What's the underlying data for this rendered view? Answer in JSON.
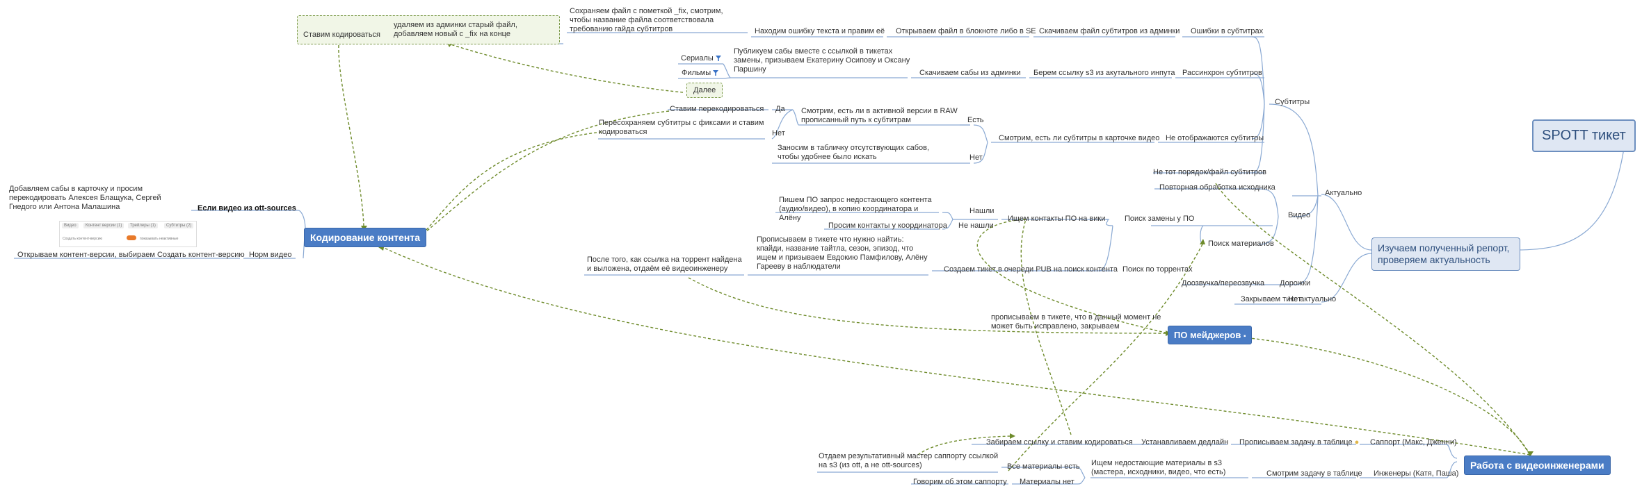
{
  "root": "SPOTT тикет",
  "main_step": "Изучаем полученный репорт, проверяем актуальность",
  "branches": {
    "actual": "Актуально",
    "not_actual": "Не актуально",
    "close_ticket": "Закрываем тикет",
    "subtitles": "Субтитры",
    "video": "Видео",
    "tracks": "Дорожки",
    "dubbing": "Доозвучка/переозвучка"
  },
  "subtitles": {
    "errors": "Ошибки в субтитрах",
    "download_admin": "Скачиваем файл субтитров из админки",
    "open_notepad": "Открываем файл в блокноте либо в SE",
    "find_error": "Находим ошибку текста и правим её",
    "save_fix": "Сохраняем файл с пометкой _fix, смотрим, чтобы название файла соответствовала требованию гайда субтитров",
    "replace_old": "удаляем из админки старый файл, добавляем новый с _fix на конце",
    "set_encoding": "Ставим кодироваться",
    "desync": "Рассинхрон субтитров",
    "take_s3": "Берем ссылку s3 из акутального инпута",
    "download_subs": "Скачиваем сабы из админки",
    "publish": "Публикуем сабы вместе с ссылкой в тикетах замены, призываем Екатерину Осипову и Оксану Паршину",
    "series": "Сериалы",
    "films": "Фильмы",
    "next": "Далее",
    "not_shown": "Не отображаются субтитры",
    "check_card": "Смотрим, есть ли субтитры в карточке видео",
    "exists": "Есть",
    "none": "Нет",
    "check_raw": "Смотрим, есть ли в активной версии в RAW прописанный путь к субтитрам",
    "yes": "Да",
    "no": "Нет",
    "set_reencode": "Ставим перекодироваться",
    "resave": "Пересохраняем субтитры с фиксами и ставим кодироваться",
    "enter_table": "Заносим в табличку отсутствующих сабов, чтобы удобнее было искать",
    "wrong_order": "Не тот порядок/файл субтитров"
  },
  "video": {
    "reprocess": "Повторная обработка исходника",
    "search": "Поиск материалов",
    "search_po": "Поиск замены у ПО",
    "find_contacts": "Ищем контакты ПО на вики",
    "found": "Нашли",
    "request_po": "Пишем ПО запрос недостающего контента (аудио/видео), в копию координатора и Алёну",
    "not_found": "Не нашли",
    "ask_coord": "Просим контакты у координатора",
    "search_torrent": "Поиск по торрентах",
    "create_pub": "Создаем тикет в очереди PUB на поиск контента",
    "write_pub": "Прописываем в тикете что нужно найтиь: кпайди, название тайтла, сезон, эпизод, что ищем и призываем Евдокию Памфилову, Алёну Гарееву в наблюдатели",
    "after_found": "После того, как ссылка на торрент найдена и выложена, отдаём её видеоинженеру",
    "cannot_fix": "прописываем в тикете, что в данный момент не может быть исправлено, закрываем",
    "po_managers": "ПО мейджеров"
  },
  "encoding": {
    "title": "Кодирование контента",
    "if_ott": "Если видео из ott-sources",
    "add_subs": "Добавляем сабы в карточку и просим перекодировать Алексея Блащука, Сергей Гнедого или Антона Малашина",
    "norm": "Норм видео",
    "open_versions": "Открываем контент-версии, выбираем Создать контент-версию",
    "mini_tabs": [
      "Видео",
      "Контент версии (1)",
      "Трейлеры (1)",
      "Субтитры (2)"
    ],
    "mini_left": "Создать контент-версию",
    "mini_right": "показывать неактивные"
  },
  "engineers": {
    "title": "Работа с видеоинженерами",
    "support": "Саппорт (Макс, Дженни)",
    "engineers": "Инженеры (Катя, Паша)",
    "write_table": "Прописываем задачу в таблице",
    "set_deadline": "Устанавливаем дедлайн",
    "pick_link": "Забираем ссылку и ставим кодироваться",
    "check_table": "Смотрим задачу в таблице",
    "look_s3": "Ищем недостающие материалы в s3 (мастера, исходники, видео, что есть)",
    "all_there": "Все материалы есть",
    "return_master": "Отдаем результативный мастер саппорту ссылкой на s3 (из ott, а не ott-sources)",
    "missing": "Материалы нет",
    "tell_support": "Говорим об этом саппорту"
  },
  "colors": {
    "line": "#6d8fbf",
    "dashed": "#6e8b2b",
    "blue_node": "#4a7cc5"
  }
}
